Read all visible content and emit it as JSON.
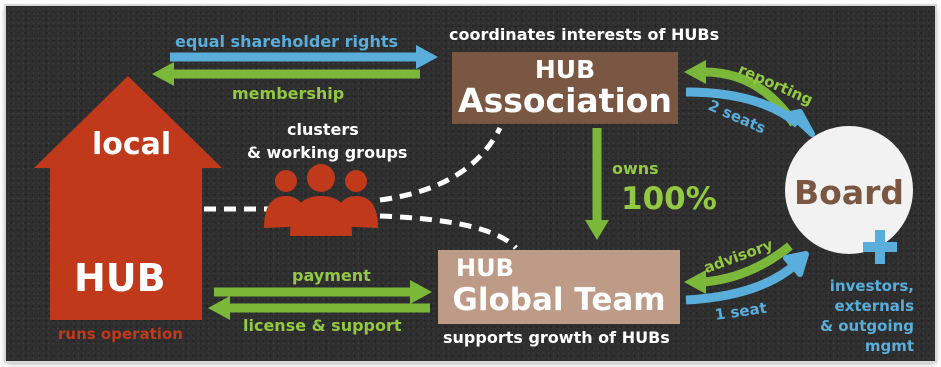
{
  "colors": {
    "background": "#2e2e2e",
    "blue_arrow": "#5aaedb",
    "green_arrow": "#7bb83a",
    "red_hub": "#c0391b",
    "brown_box": "#7a5743",
    "tan_box": "#bd9b86",
    "board_circle": "#f2f2f2",
    "board_text": "#7a5743"
  },
  "labels": {
    "equal_rights": "equal shareholder rights",
    "membership": "membership",
    "coordinates": "coordinates interests of HUBs",
    "assoc_line1": "HUB",
    "assoc_line2": "Association",
    "reporting": "reporting",
    "two_seats": "2 seats",
    "clusters_line1": "clusters",
    "clusters_line2": "& working groups",
    "owns": "owns",
    "owns_pct": "100%",
    "board": "Board",
    "local": "local",
    "hub": "HUB",
    "runs_operation": "runs operation",
    "payment": "payment",
    "license_support": "license & support",
    "global_line1": "HUB",
    "global_line2": "Global Team",
    "supports_growth": "supports growth of HUBs",
    "advisory": "advisory",
    "one_seat": "1 seat",
    "investors": "investors,",
    "externals": "externals",
    "outgoing": "& outgoing",
    "mgmt": "mgmt"
  },
  "icons": {
    "group": "people-group-icon",
    "plus": "plus-icon"
  }
}
